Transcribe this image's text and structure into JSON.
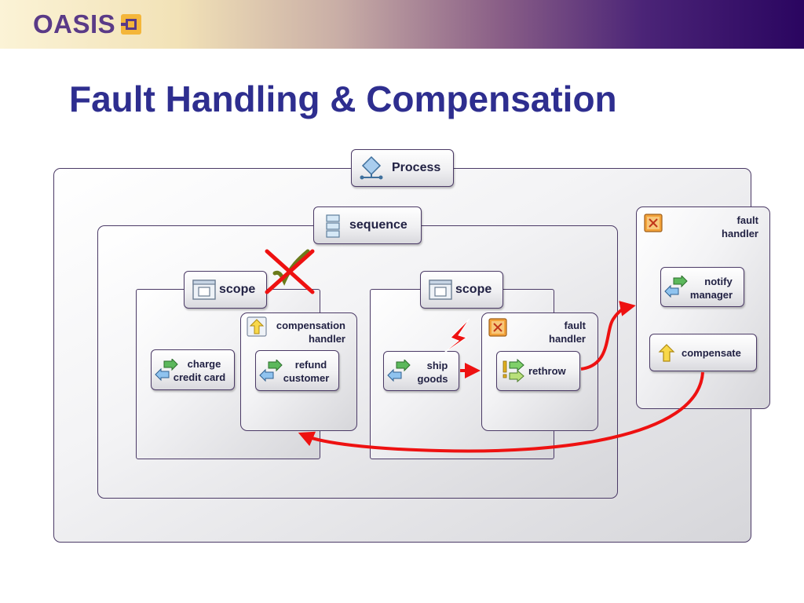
{
  "header": {
    "logo_text": "OASIS",
    "title": "Fault Handling & Compensation"
  },
  "diagram": {
    "process": {
      "label": "Process",
      "icon": "process-icon"
    },
    "sequence": {
      "label": "sequence",
      "icon": "sequence-icon"
    },
    "scope_left": {
      "label": "scope",
      "icon": "scope-icon",
      "activity": {
        "line1": "charge",
        "line2": "credit card",
        "icon": "invoke-icon"
      },
      "compensation_handler": {
        "line1": "compensation",
        "line2": "handler",
        "icon": "compensation-icon",
        "activity": {
          "line1": "refund",
          "line2": "customer",
          "icon": "invoke-icon"
        }
      }
    },
    "scope_right": {
      "label": "scope",
      "icon": "scope-icon",
      "activity": {
        "line1": "ship",
        "line2": "goods",
        "icon": "invoke-icon"
      },
      "fault_handler": {
        "line1": "fault",
        "line2": "handler",
        "icon": "fault-handler-icon",
        "activity": {
          "label": "rethrow",
          "icon": "rethrow-icon"
        }
      }
    },
    "process_fault_handler": {
      "line1": "fault",
      "line2": "handler",
      "icon": "fault-handler-icon",
      "notify": {
        "line1": "notify",
        "line2": "manager",
        "icon": "invoke-icon"
      },
      "compensate": {
        "label": "compensate",
        "icon": "compensate-icon"
      }
    },
    "colors": {
      "arrow": "#ee1111",
      "border": "#4b3a66",
      "title": "#2e2e8f",
      "checkmark": "#6b7a1a"
    }
  }
}
